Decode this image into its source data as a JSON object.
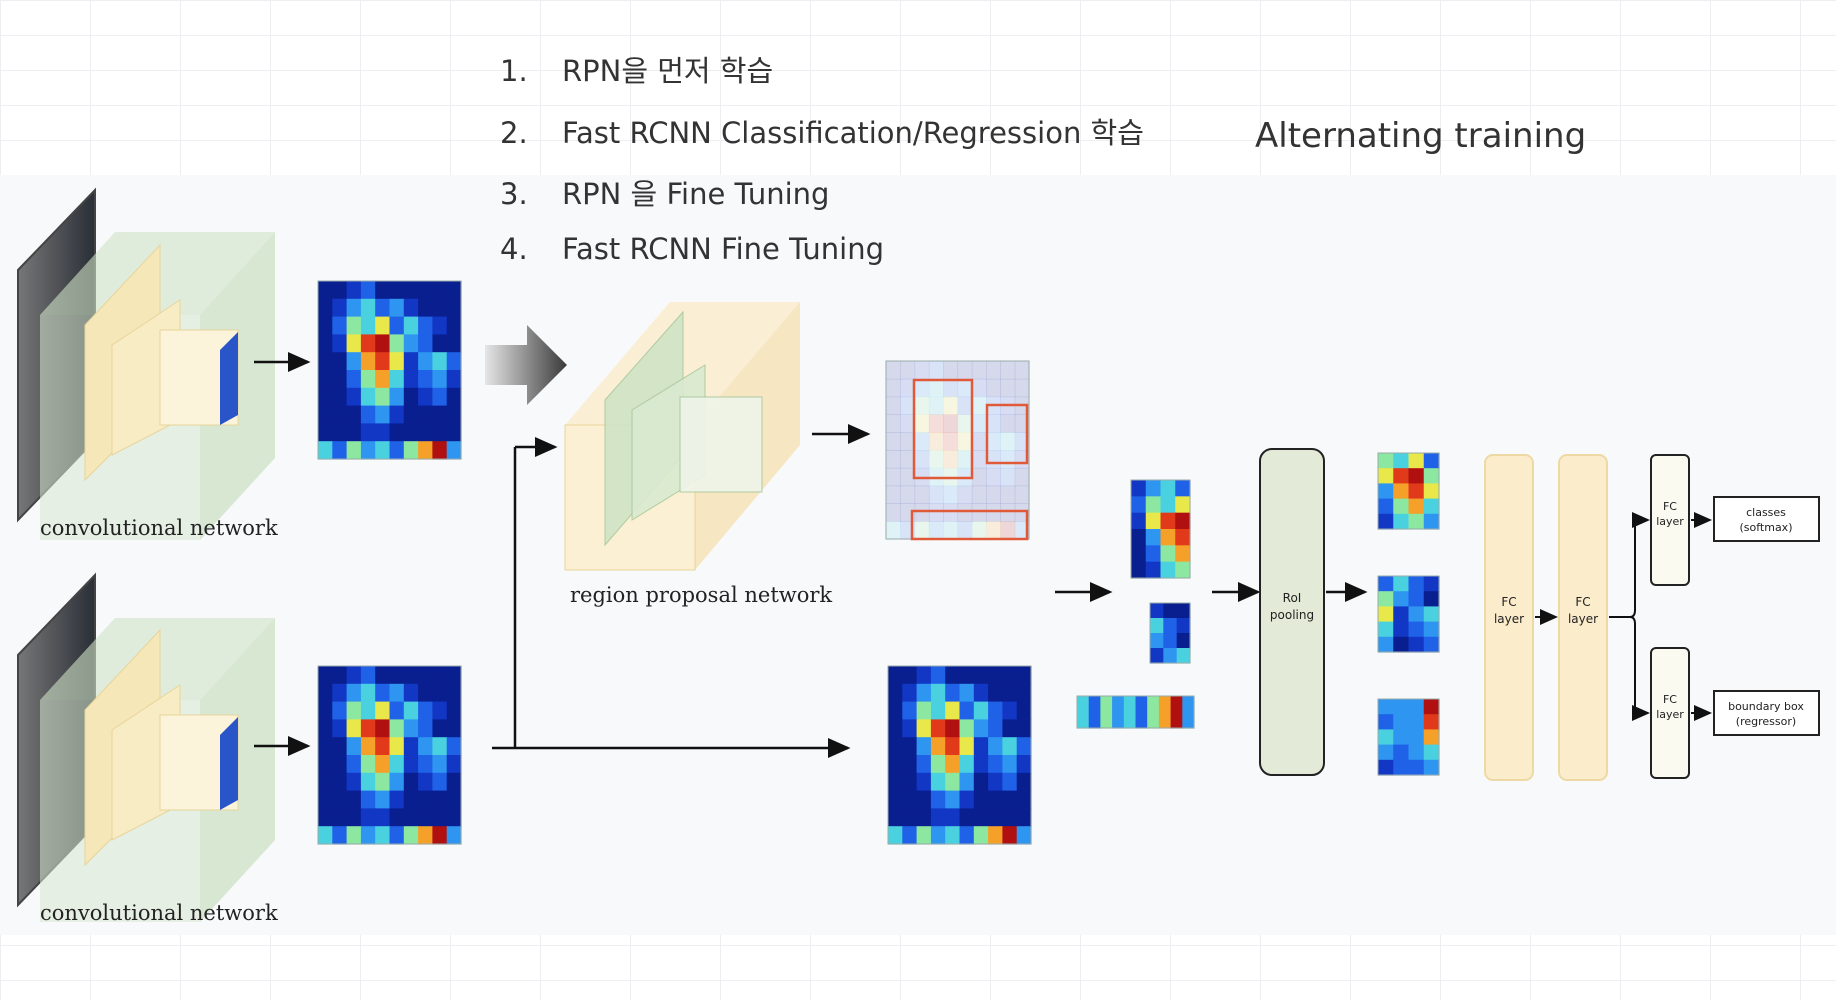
{
  "steps": [
    {
      "num": "1.",
      "text": "RPN을 먼저 학습"
    },
    {
      "num": "2.",
      "text": "Fast RCNN Classification/Regression 학습"
    },
    {
      "num": "3.",
      "text": "RPN 을 Fine Tuning"
    },
    {
      "num": "4.",
      "text": "Fast RCNN Fine Tuning"
    }
  ],
  "alt_label": "Alternating training",
  "labels": {
    "conv_top": "convolutional network",
    "conv_bottom": "convolutional network",
    "rpn": "region proposal network"
  },
  "boxes": {
    "roi_line1": "RoI",
    "roi_line2": "pooling",
    "fc1_line1": "FC",
    "fc1_line2": "layer",
    "fc2_line1": "FC",
    "fc2_line2": "layer",
    "fc_top_line1": "FC",
    "fc_top_line2": "layer",
    "fc_bot_line1": "FC",
    "fc_bot_line2": "layer",
    "classes_line1": "classes",
    "classes_line2": "(softmax)",
    "bbox_line1": "boundary box",
    "bbox_line2": "(regressor)"
  },
  "colors": {
    "conv_block": "#f6e7b8",
    "volume": "#cfe3c6",
    "fc_fill": "#fbeccb",
    "roi_fill": "#e3ead7",
    "proposal_box": "#e05a3a"
  }
}
